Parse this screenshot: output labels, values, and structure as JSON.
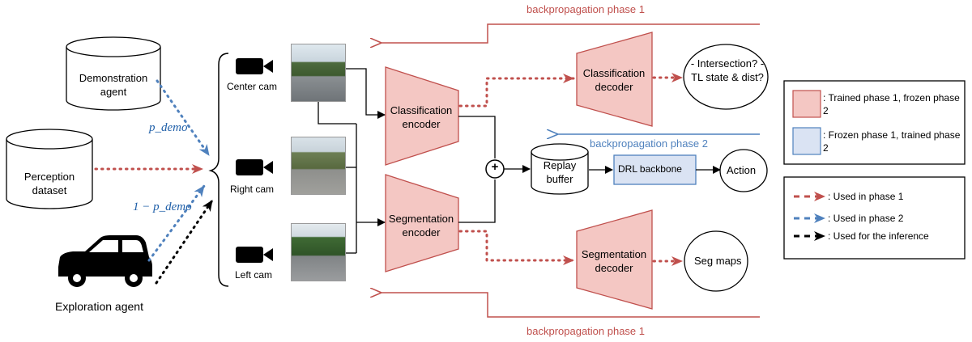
{
  "agents": {
    "demonstration": "Demonstration agent",
    "perception": "Perception dataset",
    "exploration": "Exploration agent"
  },
  "probabilities": {
    "p_demo": "p_demo",
    "one_minus_p_demo": "1 − p_demo"
  },
  "cameras": {
    "center": "Center cam",
    "right": "Right cam",
    "left": "Left cam"
  },
  "encoders": {
    "classification": "Classification encoder",
    "segmentation": "Segmentation encoder"
  },
  "decoders": {
    "classification": "Classification decoder",
    "segmentation": "Segmentation decoder"
  },
  "outputs": {
    "classification": "- Intersection? - TL state & dist?",
    "segmentation": "Seg maps",
    "action": "Action"
  },
  "replay_buffer": "Replay buffer",
  "drl_backbone": "DRL backbone",
  "combine_symbol": "+",
  "backprop": {
    "top": "backpropagation phase 1",
    "bottom": "backpropagation phase 1",
    "phase2": "backpropagation phase 2"
  },
  "legend1": {
    "trained_p1": ": Trained phase 1, frozen phase 2",
    "frozen_p1": ": Frozen phase 1, trained phase 2"
  },
  "legend2": {
    "phase1": ": Used in phase 1",
    "phase2": ": Used in phase 2",
    "inference": ": Used  for the inference"
  },
  "colors": {
    "red": "#c0504d",
    "blue": "#4f81bd",
    "pink_fill": "#f4c7c3",
    "blue_fill": "#dae3f3"
  }
}
